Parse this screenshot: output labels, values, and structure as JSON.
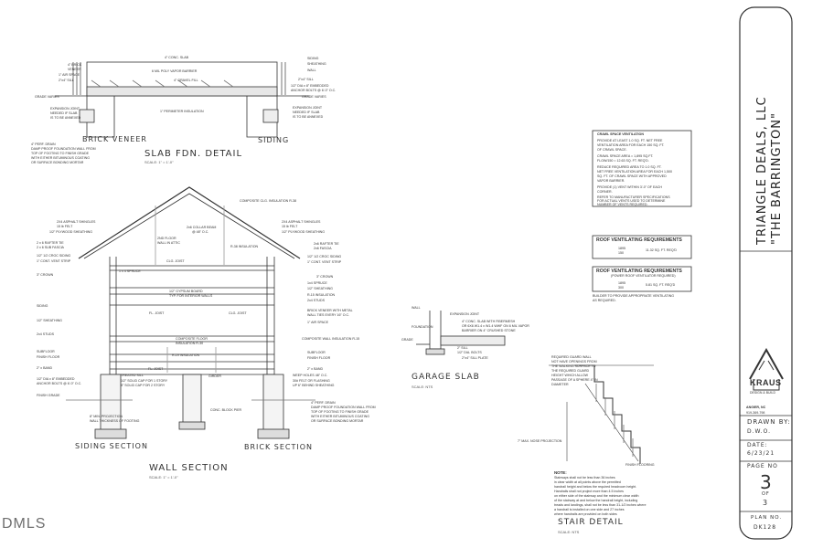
{
  "titles": {
    "brick_veneer": "BRICK VENEER",
    "slab_fdn": "SLAB FDN. DETAIL",
    "slab_scale": "SCALE: 1\" = 1'-0\"",
    "siding": "SIDING",
    "siding_section": "SIDING SECTION",
    "wall_section": "WALL SECTION",
    "wall_scale": "SCALE: 1\" = 1'-0\"",
    "brick_section": "BRICK SECTION",
    "garage_slab": "GARAGE SLAB",
    "garage_scale": "SCALE: NTS",
    "stair_detail": "STAIR DETAIL",
    "stair_scale": "SCALE: NTS"
  },
  "slab_labels": {
    "left": [
      "4\" BRICK",
      "VENEER",
      "1\" AIR SPACE",
      "2\"x4\" SILL",
      "GRADE VARIES",
      "EXPANSION JOINT",
      "NEEDED IF SLAB",
      "IS TO BE ANNEXED"
    ],
    "center": [
      "4\" CONC. SLAB",
      "6 MIL POLY VAPOR BARRIER",
      "4\" GRAVEL FILL",
      "1\" PERIMETER INSULATION"
    ],
    "right": [
      "SIDING",
      "SHEATHING",
      "WALL",
      "2\"x4\" SILL",
      "1/2\" DIA x 8\" EMBEDDED",
      "ANCHOR BOLTS @ 6'-0\" O.C.",
      "GRADE VARIES",
      "EXPANSION JOINT",
      "NEEDED IF SLAB",
      "IS TO BE ANNEXED"
    ],
    "footer": [
      "4\" PERF. DRAIN",
      "DAMP PROOF FOUNDATION WALL FROM",
      "TOP OF FOOTING TO FINISH GRADE",
      "WITH EITHER BITUMINOUS COATING",
      "OR SURFACE BONDING MORTAR"
    ]
  },
  "crawl": {
    "heading": "CRAWL SPACE VENTILATION",
    "lines": [
      "PROVIDE AT LEAST 1.0 SQ. FT. NET FREE",
      "VENTILATION AREA FOR EACH 150 SQ. FT.",
      "OF CRAWL SPACE.",
      "CRAWL SPACE AREA = 1,895 SQ.FT.",
      "FLOW/150 = 12.63 SQ. FT. REQ'D.",
      "REDUCE REQUIRED AREA TO 1.0 SQ. FT.",
      "NET FREE VENTILATION AREA FOR EACH 1,500",
      "SQ. FT. OF CRAWL SPACE WITH APPROVED",
      "VAPOR BARRIER.",
      "PROVIDE (1) VENT WITHIN 3'-0\" OF EACH",
      "CORNER.",
      "REFER TO MANUFACTURER SPECIFICATIONS",
      "FOR ACTUAL VENTS USED TO DETERMINE",
      "NUMBER OF VENTS REQUIRED."
    ]
  },
  "roof1": {
    "heading": "ROOF VENTILATING REQUIREMENTS",
    "num": "1895",
    "den": "150",
    "result": "11.32 SQ. FT. REQ'D"
  },
  "roof2": {
    "heading": "ROOF VENTILATING REQUIREMENTS",
    "sub": "(POWER ROOF VENTILATOR REQUIRED)",
    "num": "1895",
    "den": "300",
    "result": "5.81 SQ. FT. REQ'D",
    "note1": "BUILDER TO PROVIDE APPROPRIATE VENTILATING",
    "note2": "AS REQUIRED."
  },
  "wall_labels_left": [
    "2X4 ASPHALT SHINGLES",
    "15 lb FELT",
    "1/2\" PLYWOOD SHEATHING",
    "2 x 6 RAFTER TIE",
    "2 x 6 SUB FASCIA",
    "1/2\" 1/2 CROC SIDING",
    "1\" CONT. VENT STRIP",
    "3\" CROWN",
    "1 x 4 SPRUCE",
    "SIDING",
    "1/2\" SHEATHING",
    "2x4 STUDS",
    "SUBFLOOR",
    "FINISH FLOOR",
    "2\" x BAND",
    "1/2\" DIA x 8\" EMBEDDED",
    "ANCHOR BOLTS @ 6'-0\" O.C.",
    "FINISH GRADE"
  ],
  "wall_labels_center": [
    "COMPOSITE CLG. INSULATION R-38",
    "2x6 COLLAR BEAM",
    "@ 48\" O.C.",
    "2ND FLOOR",
    "WALL IN ATTIC",
    "R-38 INSULATION",
    "CLG. JOIST",
    "1/2\" GYPSUM BOARD",
    "TYP. FOR INTERIOR WALLS",
    "FL. JOIST",
    "CLG. JOIST",
    "COMPOSITE FLOOR",
    "INSULATION R-30",
    "R-19 INSULATION",
    "FL. JOIST",
    "TREATED SILL",
    "1/2\" SOLID CAP FOR 1 STORY",
    "8\" SOLID CAP FOR 2 STORY",
    "GIRDER",
    "CONC. BLOCK PIER",
    "8\" MIN. PROJECTION",
    "WALL THICKNESS OF FOOTING"
  ],
  "wall_labels_right": [
    "2X4 ASPHALT SHINGLES",
    "15 lb FELT",
    "1/2\" PLYWOOD SHEATHING",
    "2x6 RAFTER TIE",
    "2x6 FASCIA",
    "1/2\" 1/2 CROC SIDING",
    "1\" CONT. VENT STRIP",
    "3\" CROWN",
    "1x4 SPRUCE",
    "1/2\" SHEATHING",
    "R-15 INSULATION",
    "2x4 STUDS",
    "BRICK VENEER WITH METAL",
    "WALL TIES EVERY 16\" O.C.",
    "1\" AIR SPACE",
    "COMPOSITE WALL INSULATION R-15",
    "SUBFLOOR",
    "FINISH FLOOR",
    "2\" x BAND",
    "WEEP HOLES 48\" O.C.",
    "30# FELT OR FLASHING",
    "UP 6\" BEHIND SHEATHING",
    "4\" PERF. DRAIN",
    "DAMP PROOF FOUNDATION WALL FROM",
    "TOP OF FOOTING TO FINISH GRADE",
    "WITH EITHER BITUMINOUS COATING",
    "OR SURFACE BONDING MORTAR"
  ],
  "garage_labels": [
    "WALL",
    "FOUNDATION",
    "GRADE",
    "EXPANSION JOINT",
    "4\" CONC. SLAB WITH FIBERMESH",
    "OR 6X6 W1.4 x W1.4 WWF ON 6 MIL VAPOR",
    "BARRIER ON 4\" CRUSHED STONE",
    "2\" SILL",
    "1/2\" DIA. BOLTS",
    "2\"x4\" SILL PLATE"
  ],
  "stair_labels": [
    "REQUIRED GUARD WALL",
    "NOT HAVE OPENINGS FROM",
    "THE WALKING SURFACE TO",
    "THE REQUIRED GUARD",
    "HEIGHT WHICH ALLOW",
    "PASSAGE OF A SPHERE 4\" IN",
    "DIAMETER",
    "7\" MAX. NOSE PROJECTION",
    "FINISH FLOORING"
  ],
  "stair_notes": {
    "heading": "NOTE:",
    "lines": [
      "Stairways shall not be less than 36 inches",
      "in clear width at all points above the permitted",
      "handrail height and below the required headroom height.",
      "Handrails shall not project more than 4.5 inches",
      "on either side of the stairway and the minimum clear width",
      "of the stairway at and below the handrail height, including",
      "treads and landings, shall not be less than 31-1/2 inches where",
      "a handrail is installed on one side and 27 inches",
      "where handrails are provided on both sides"
    ]
  },
  "title_block": {
    "company": "TRIANGLE DEALS, LLC",
    "project": "\"THE BARRINGTON\"",
    "logo_text": "KRAUS",
    "logo_sub": "DESIGN & BUILD",
    "address1": "ANGIER, NC",
    "address2": "919-369-798",
    "drawn_label": "DRAWN BY:",
    "drawn_value": "D.W.O.",
    "date_label": "DATE:",
    "date_value": "6/23/21",
    "page_label": "PAGE NO",
    "page_value": "3",
    "of_label": "OF",
    "of_value": "3",
    "plan_label": "PLAN NO.",
    "plan_value": "DK128"
  },
  "watermark": "DMLS"
}
